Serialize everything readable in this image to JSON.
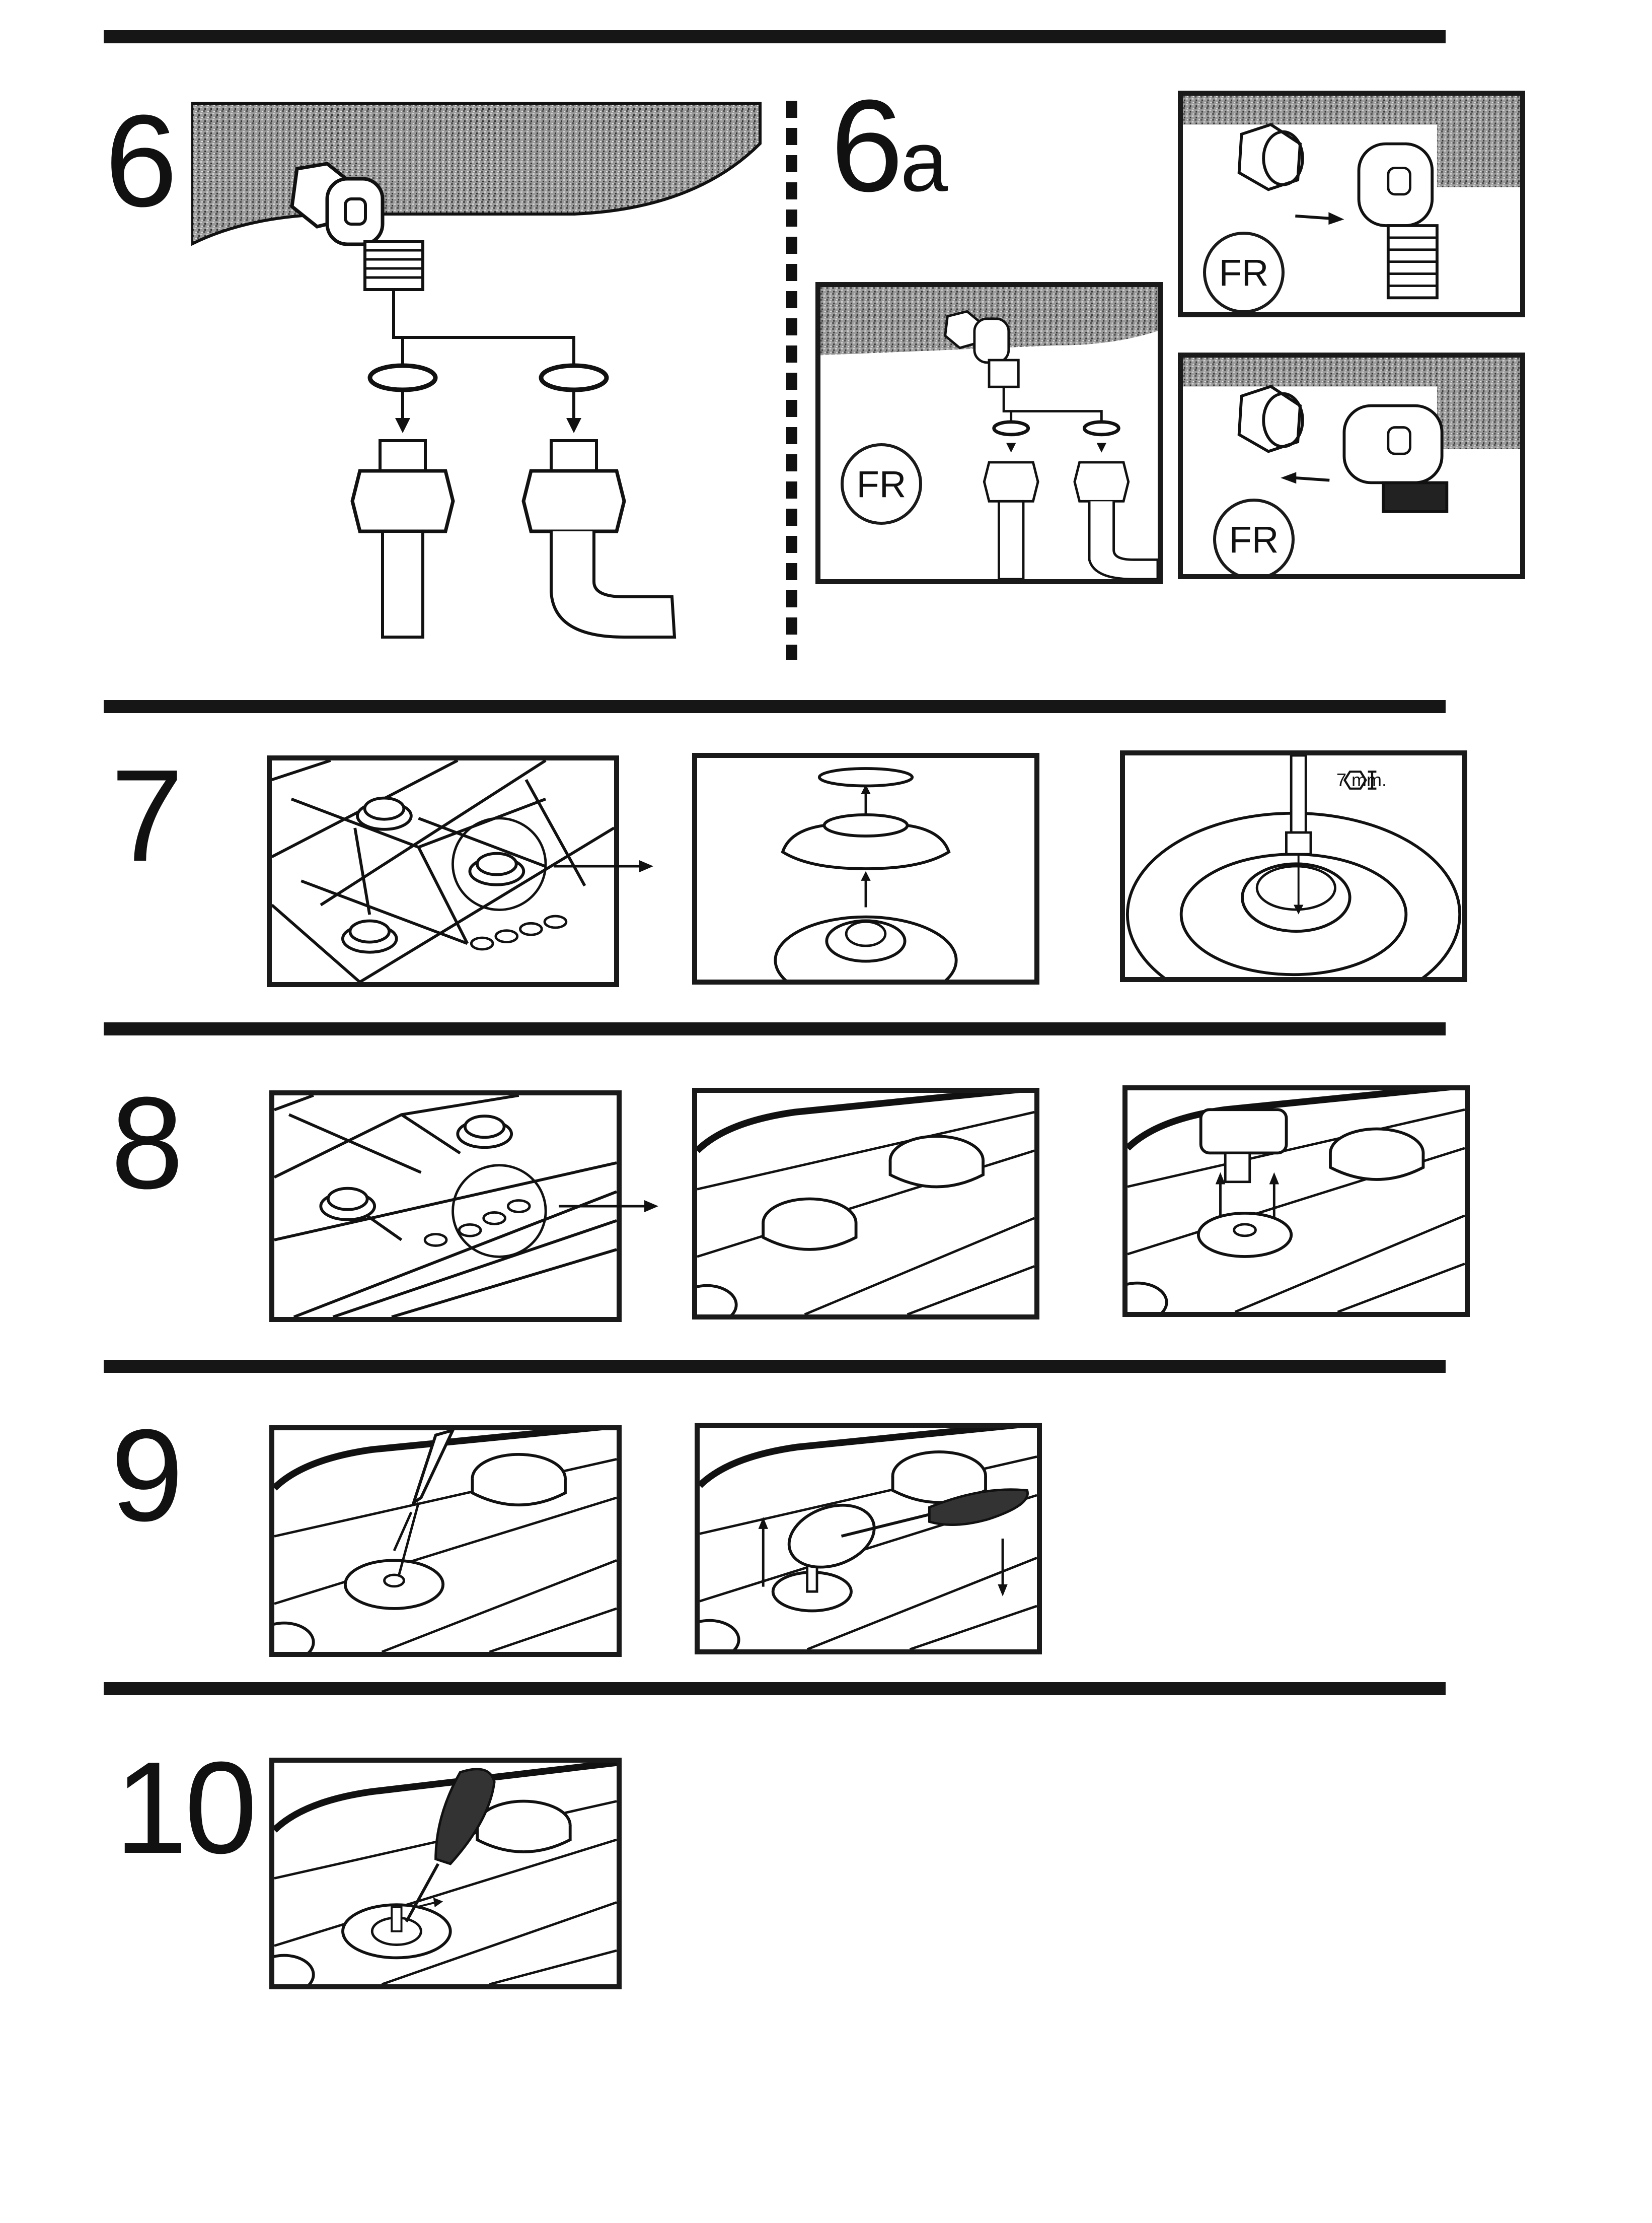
{
  "steps": {
    "s6": "6",
    "s6a_main": "6",
    "s6a_sub": "a",
    "s7": "7",
    "s8": "8",
    "s9": "9",
    "s10": "10"
  },
  "labels": {
    "fr": "FR",
    "wrench_size": "7 mm."
  },
  "icons": {
    "hex_wrench": "hex-wrench-icon"
  }
}
